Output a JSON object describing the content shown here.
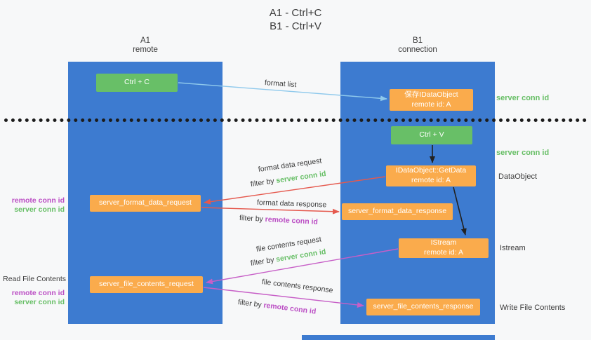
{
  "title": {
    "line1": "A1 - Ctrl+C",
    "line2": "B1 - Ctrl+V"
  },
  "lanes": {
    "left": {
      "title": "A1",
      "subtitle": "remote"
    },
    "right": {
      "title": "B1",
      "subtitle": "connection"
    }
  },
  "nodes": {
    "ctrl_c": {
      "label": "Ctrl + C"
    },
    "save_dataobject": {
      "line1": "保存IDataObject",
      "line2": "remote id: A"
    },
    "ctrl_v": {
      "label": "Ctrl + V"
    },
    "getdata": {
      "line1": "IDataObject::GetData",
      "line2": "remote id: A"
    },
    "format_request": {
      "label": "server_format_data_request"
    },
    "format_response": {
      "label": "server_format_data_response"
    },
    "istream": {
      "line1": "IStream",
      "line2": "remote id: A"
    },
    "file_request": {
      "label": "server_file_contents_request"
    },
    "file_response": {
      "label": "server_file_contents_response"
    }
  },
  "edges": {
    "format_list": "format list",
    "format_data_request": "format data request",
    "format_data_response": "format data response",
    "file_contents_request": "file contents request",
    "file_contents_response": "file contents response",
    "filter_by": "filter by ",
    "server_conn_id": "server conn id",
    "remote_conn_id": "remote conn id"
  },
  "annotations": {
    "server_conn_id": "server conn id",
    "remote_conn_id": "remote conn id",
    "dataobject": "DataObject",
    "istream": "Istream",
    "read_file_contents": "Read File Contents",
    "write_file_contents": "Write File Contents"
  },
  "colors": {
    "background": "#f7f8f9",
    "lane_blue": "#3d7bd0",
    "node_green": "#68bf67",
    "node_orange": "#faab4c",
    "arrow_blue": "#8fc9ec",
    "arrow_red": "#e5594e",
    "arrow_magenta": "#c75fc7",
    "arrow_black": "#222222",
    "text_dark": "#3c3c3c",
    "text_green": "#68bf67",
    "text_magenta": "#bb4ec4"
  }
}
